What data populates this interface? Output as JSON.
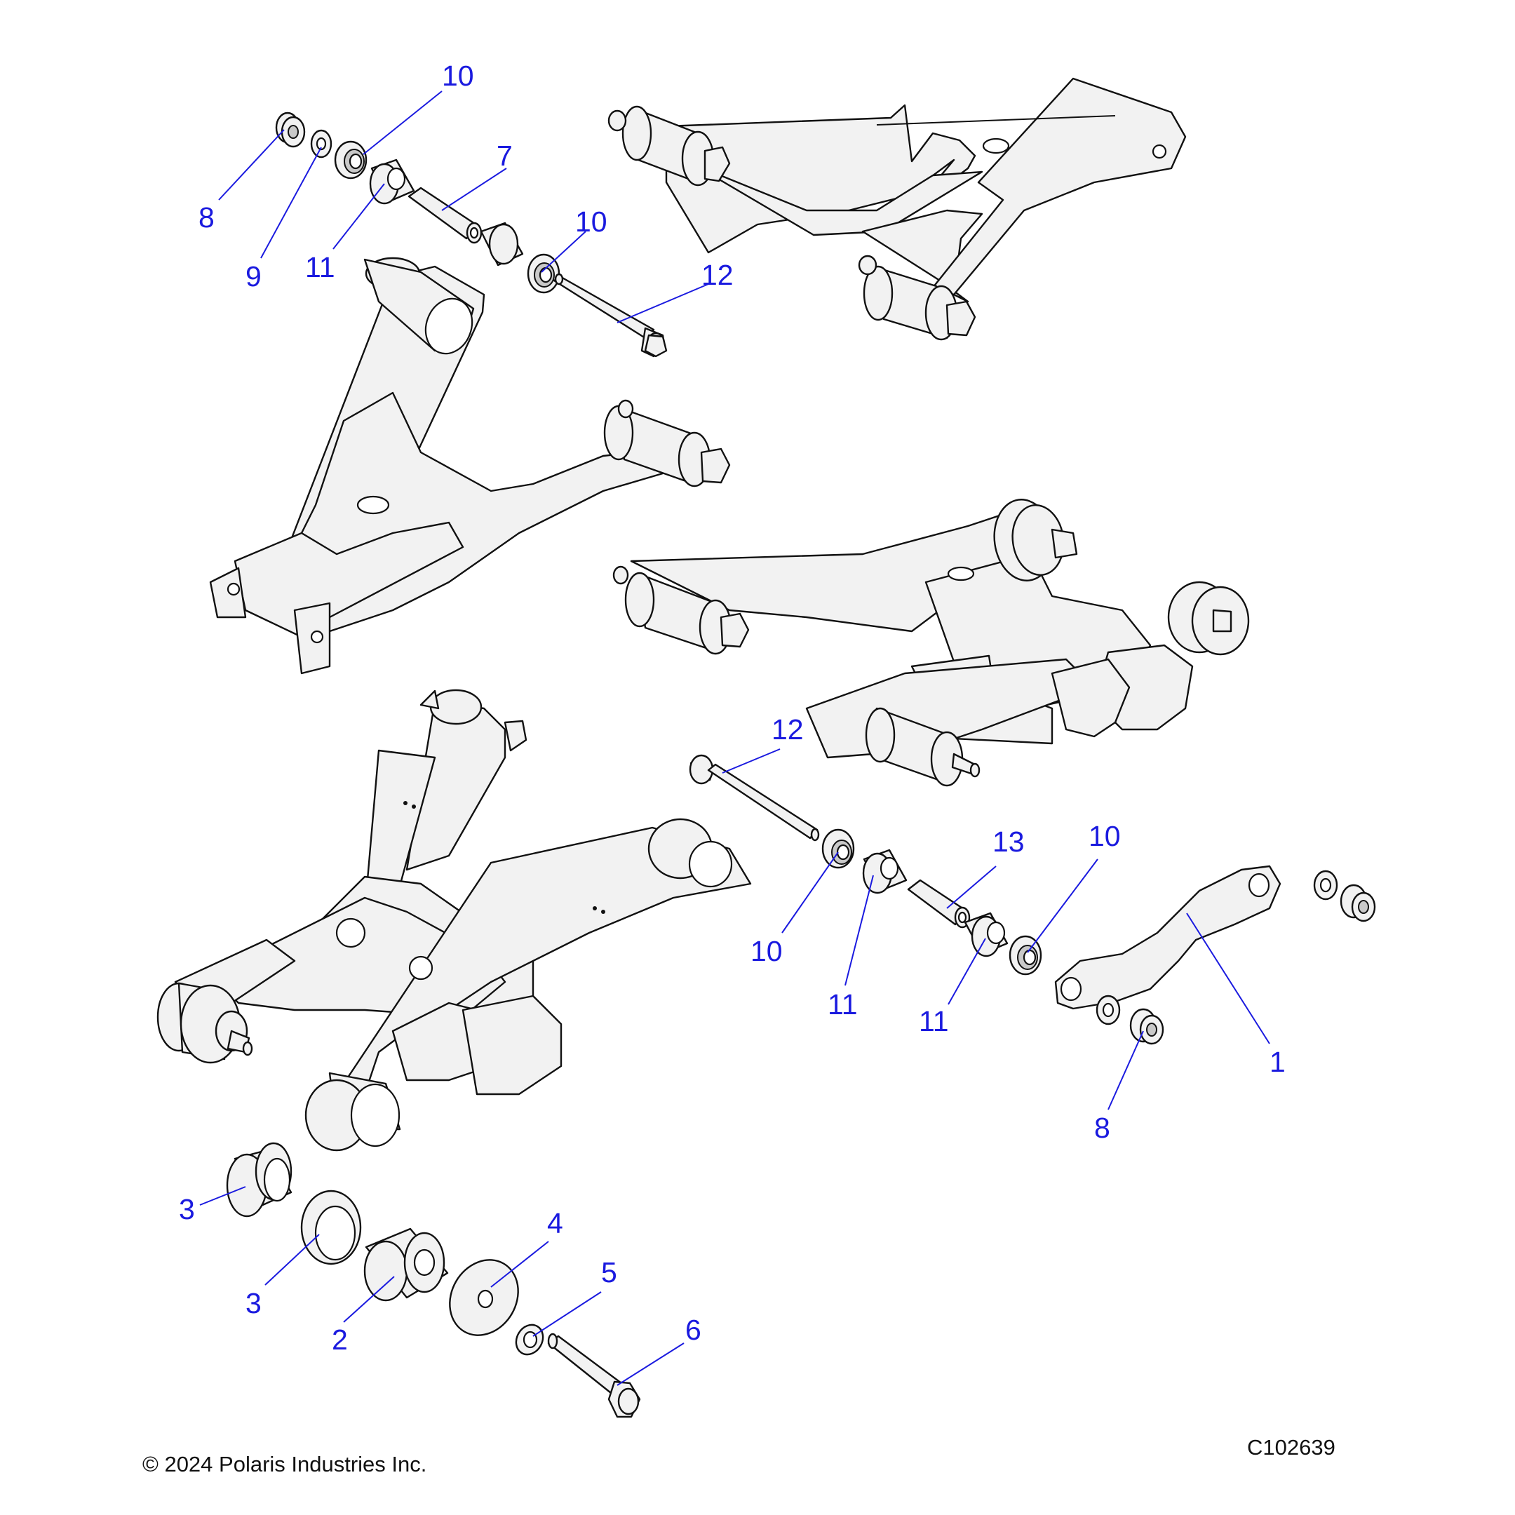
{
  "callouts": [
    {
      "id": "c1",
      "label": "10"
    },
    {
      "id": "c2",
      "label": "7"
    },
    {
      "id": "c3",
      "label": "8"
    },
    {
      "id": "c4",
      "label": "9"
    },
    {
      "id": "c5",
      "label": "11"
    },
    {
      "id": "c6",
      "label": "10"
    },
    {
      "id": "c7",
      "label": "12"
    },
    {
      "id": "c8",
      "label": "12"
    },
    {
      "id": "c9",
      "label": "13"
    },
    {
      "id": "c10",
      "label": "10"
    },
    {
      "id": "c11",
      "label": "10"
    },
    {
      "id": "c12",
      "label": "11"
    },
    {
      "id": "c13",
      "label": "11"
    },
    {
      "id": "c14",
      "label": "1"
    },
    {
      "id": "c15",
      "label": "8"
    },
    {
      "id": "c16",
      "label": "3"
    },
    {
      "id": "c17",
      "label": "3"
    },
    {
      "id": "c18",
      "label": "4"
    },
    {
      "id": "c19",
      "label": "5"
    },
    {
      "id": "c20",
      "label": "2"
    },
    {
      "id": "c21",
      "label": "6"
    }
  ],
  "footer": {
    "copyright": "© 2024 Polaris Industries Inc.",
    "figure_id": "C102639"
  },
  "colors": {
    "callout": "#1a1adf",
    "line": "#111111",
    "part_fill": "#f2f2f2"
  }
}
